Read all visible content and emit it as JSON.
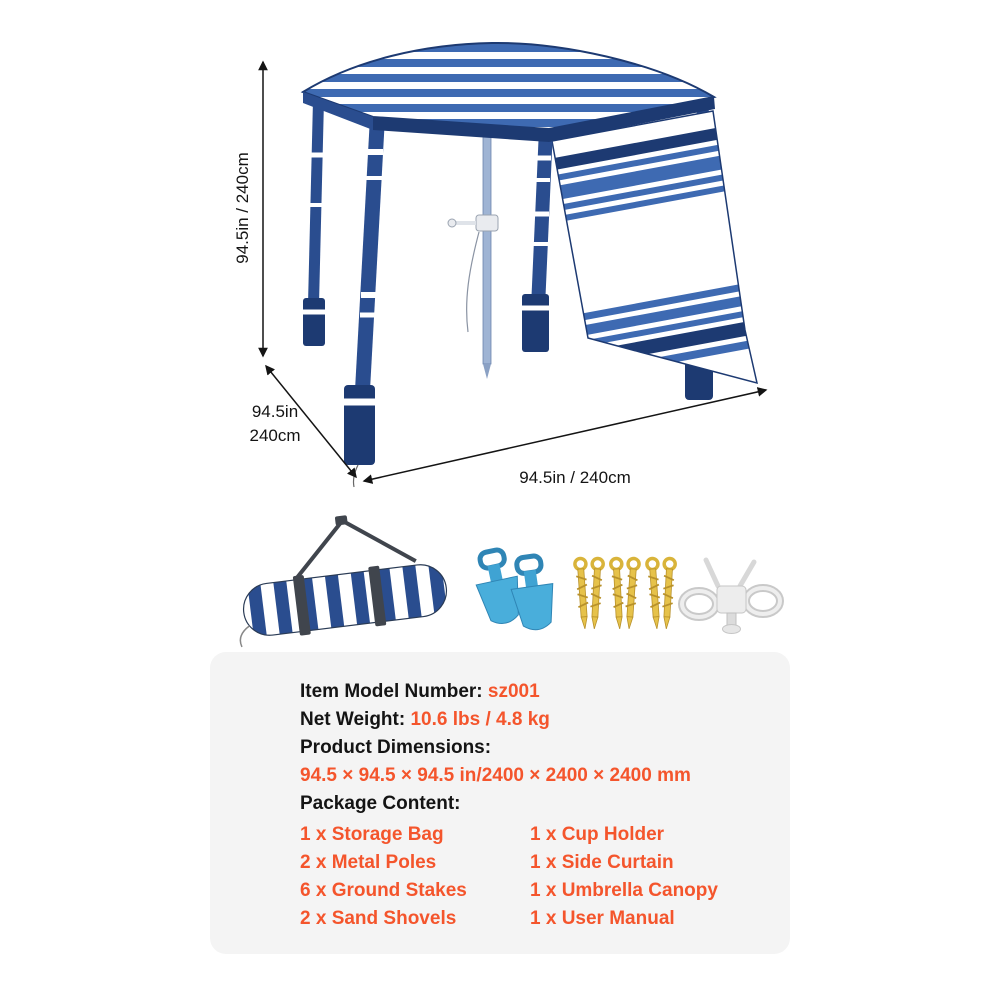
{
  "dimensions": {
    "height": "94.5in / 240cm",
    "depth_line1": "94.5in",
    "depth_line2": "240cm",
    "width": "94.5in / 240cm"
  },
  "specs": {
    "model_label": "Item Model Number: ",
    "model_value": "sz001",
    "weight_label": "Net Weight: ",
    "weight_value": "10.6 lbs / 4.8 kg",
    "dimensions_label": "Product Dimensions:",
    "dimensions_value": "94.5 × 94.5 × 94.5 in/2400 × 2400 × 2400 mm",
    "package_label": "Package Content:",
    "package_col1": [
      "1 x Storage Bag",
      "2 x Metal Poles",
      "6 x Ground Stakes",
      "2 x Sand Shovels"
    ],
    "package_col2": [
      "1 x Cup Holder",
      "1 x Side Curtain",
      "1 x Umbrella Canopy",
      "1 x User Manual"
    ]
  },
  "accessories": {
    "items": [
      "storage-bag",
      "sand-shovels",
      "ground-stakes",
      "cup-holder"
    ]
  },
  "colors": {
    "accent": "#f4552c",
    "text": "#141414",
    "panel-bg": "#f4f4f4",
    "canopy-blue": "#3e6ab2",
    "canopy-navy": "#1d3a72",
    "leg-blue": "#2a4d8f"
  }
}
